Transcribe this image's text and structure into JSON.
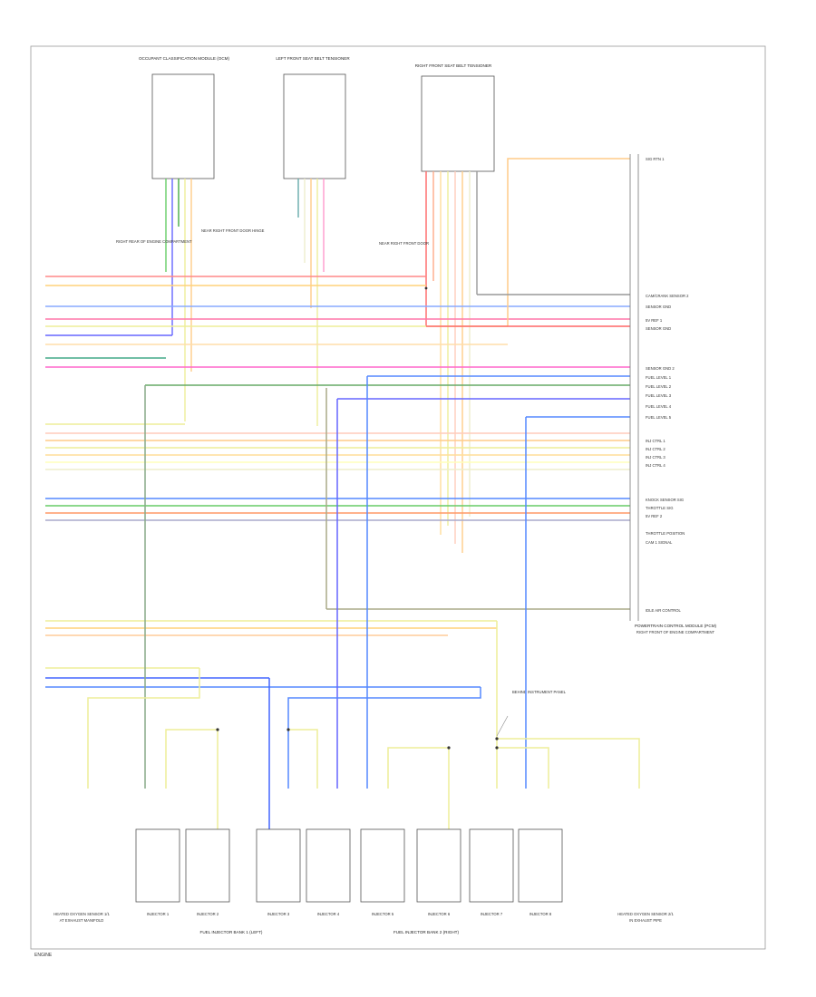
{
  "top_connectors": [
    {
      "id": "left",
      "label": "OCCUPANT CLASSIFICATION MODULE (OCM)"
    },
    {
      "id": "mid",
      "label": "LEFT FRONT SEAT BELT TENSIONER"
    },
    {
      "id": "right",
      "label": "RIGHT FRONT SEAT BELT TENSIONER"
    }
  ],
  "splice_labels": [
    {
      "id": "s1",
      "text": "RIGHT REAR OF ENGINE COMPARTMENT"
    },
    {
      "id": "s2",
      "text": "NEAR RIGHT FRONT DOOR HINGE"
    },
    {
      "id": "s3",
      "text": "NEAR RIGHT FRONT DOOR"
    },
    {
      "id": "s4",
      "text": "BEHIND INSTRUMENT PANEL"
    }
  ],
  "module": {
    "label": "POWERTRAIN CONTROL MODULE (PCM)",
    "sublabel": "RIGHT FRONT OF ENGINE COMPARTMENT"
  },
  "module_pin_labels": [
    "SIG RTN 1",
    "CAM/CRANK SENSOR 2",
    "SENSOR GND",
    "5V REF 1",
    "SENSOR GND",
    "SENSOR GND 2",
    "FUEL LEVEL 1",
    "FUEL LEVEL 2",
    "FUEL LEVEL 3",
    "FUEL LEVEL 4",
    "FUEL LEVEL 5",
    "INJ CTRL 1",
    "INJ CTRL 2",
    "INJ CTRL 3",
    "INJ CTRL 4",
    "KNOCK SENSOR SIG",
    "THROTTLE SIG",
    "5V REF 2",
    "THROTTLE POSITION",
    "CAM 1 SIGNAL",
    "IDLE AIR CONTROL"
  ],
  "bottom_components": [
    {
      "id": "b1",
      "label": "HEATED OXYGEN SENSOR 1/1",
      "sub": "AT EXHAUST MANIFOLD"
    },
    {
      "id": "b2",
      "label": "INJECTOR 1"
    },
    {
      "id": "b3",
      "label": "INJECTOR 2"
    },
    {
      "id": "b4",
      "label": "INJECTOR 3"
    },
    {
      "id": "b5",
      "label": "INJECTOR 4"
    },
    {
      "id": "b6",
      "label": "INJECTOR 5"
    },
    {
      "id": "b7",
      "label": "INJECTOR 6"
    },
    {
      "id": "b8",
      "label": "INJECTOR 7"
    },
    {
      "id": "b9",
      "label": "INJECTOR 8"
    },
    {
      "id": "b10",
      "label": "HEATED OXYGEN SENSOR 2/1",
      "sub": "IN EXHAUST PIPE"
    }
  ],
  "bank_labels": [
    {
      "id": "bank1",
      "text": "FUEL INJECTOR BANK 1 (LEFT)"
    },
    {
      "id": "bank2",
      "text": "FUEL INJECTOR BANK 2 (RIGHT)"
    }
  ],
  "footer": "ENGINE"
}
